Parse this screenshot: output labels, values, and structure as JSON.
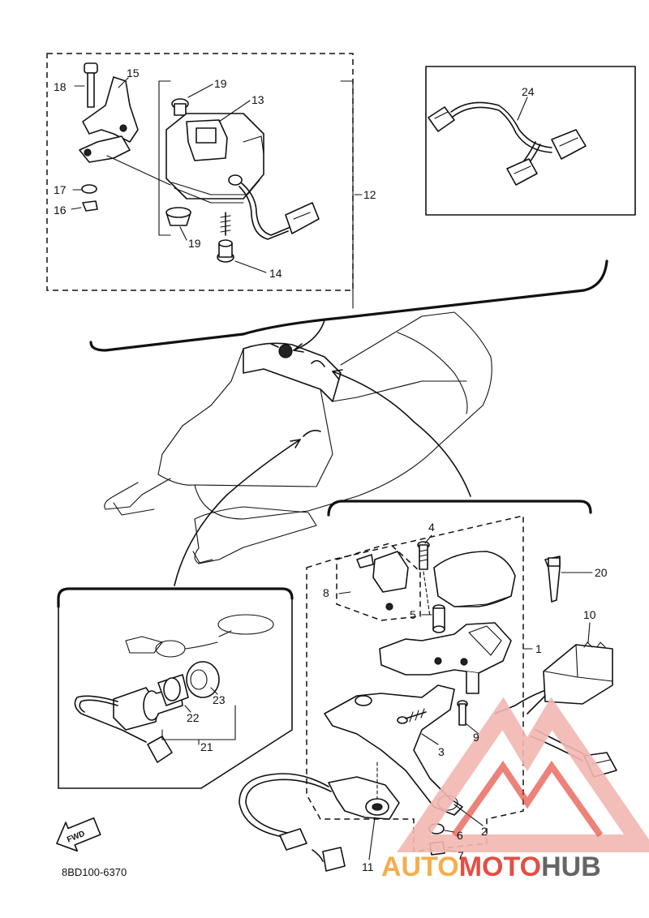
{
  "diagram": {
    "code": "8BD100-6370",
    "direction_label": "FWD",
    "watermark": {
      "part1": "AUTO",
      "part2": "MOTO",
      "part3": "HUB"
    },
    "callouts": {
      "c1": "1",
      "c2": "2",
      "c3": "3",
      "c4": "4",
      "c5": "5",
      "c6": "6",
      "c7": "7",
      "c8": "8",
      "c9": "9",
      "c10": "10",
      "c11": "11",
      "c12": "12",
      "c13": "13",
      "c14": "14",
      "c15": "15",
      "c16": "16",
      "c17": "17",
      "c18": "18",
      "c19a": "19",
      "c19b": "19",
      "c20": "20",
      "c21": "21",
      "c22": "22",
      "c23": "23",
      "c24": "24"
    }
  },
  "colors": {
    "line": "#111111",
    "watermark_red": "#e23b2e",
    "watermark_pink": "#f2b7b1",
    "watermark_orange": "#f4a63a",
    "watermark_gray": "#555555"
  }
}
